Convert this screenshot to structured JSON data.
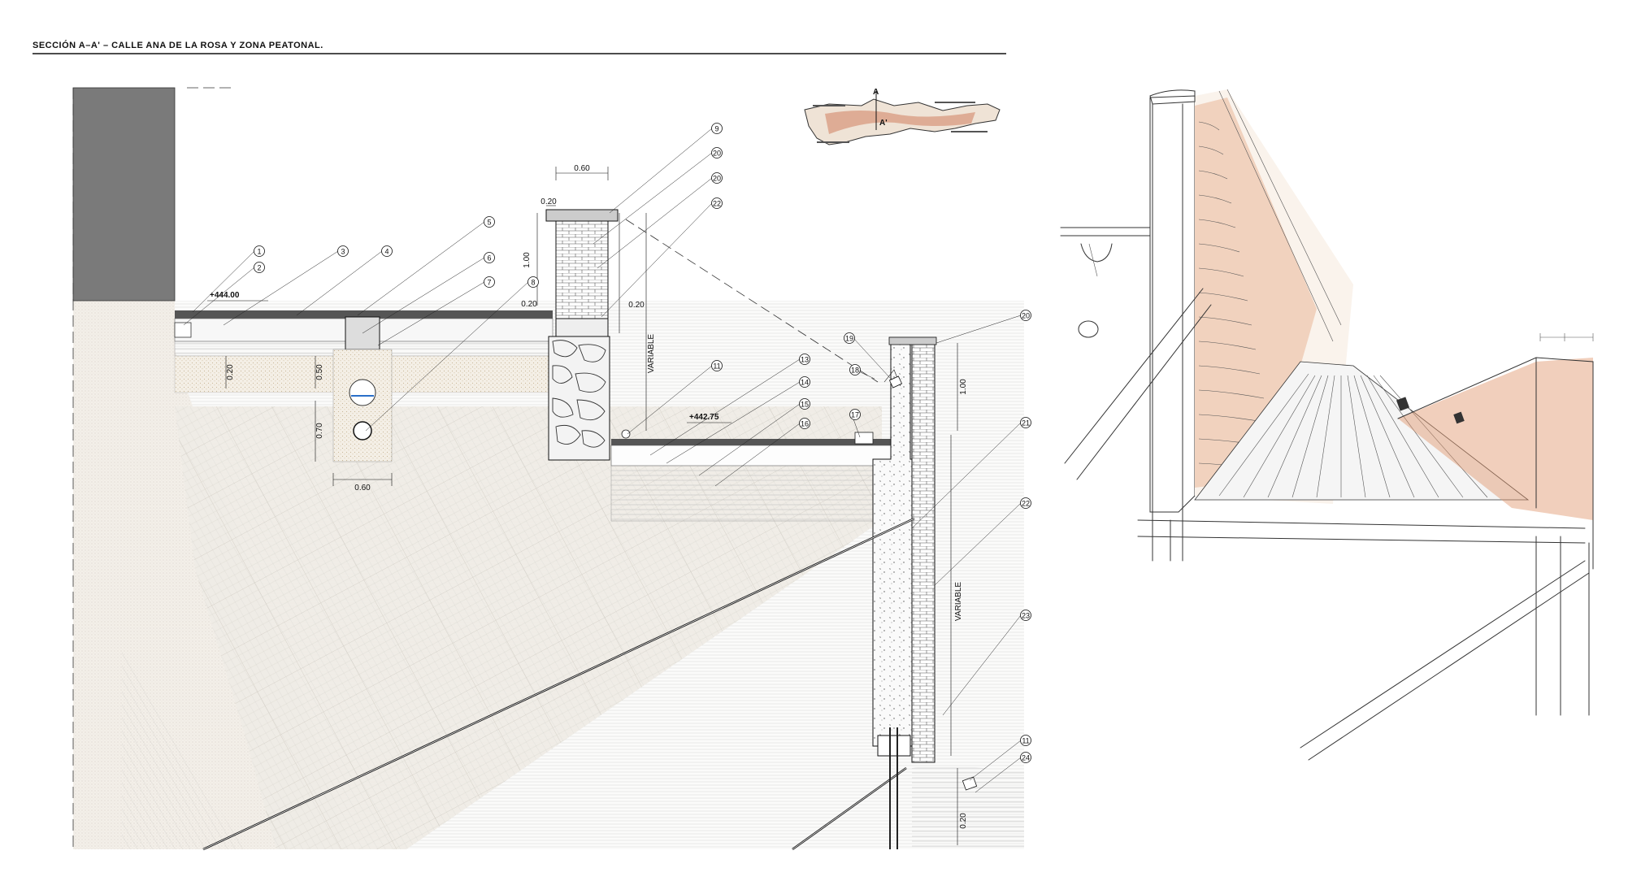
{
  "section_title": "SECCIÓN A–A' – CALLE ANA DE LA ROSA Y ZONA PEATONAL.",
  "elevations": {
    "upper": "+444.00",
    "lower": "+442.75"
  },
  "dimensions": {
    "pier_width": "0.60",
    "pier_coping": "0.20",
    "pier_height": "1.00",
    "pier_cap": "0.20",
    "pier_drop": "0.20",
    "variable_pier": "VARIABLE",
    "pavement_depth": "0.20",
    "drain_depth": "0.50",
    "pipe_depth": "0.70",
    "drain_width": "0.60",
    "parapet_height": "1.00",
    "variable_wall": "VARIABLE",
    "base_depth": "0.20"
  },
  "callouts": [
    "1",
    "2",
    "3",
    "4",
    "5",
    "6",
    "7",
    "8",
    "9",
    "20",
    "20",
    "22",
    "19",
    "11",
    "13",
    "14",
    "18",
    "15",
    "17",
    "16",
    "20",
    "21",
    "22",
    "23",
    "11",
    "24"
  ],
  "colors": {
    "building_fill": "#7a7a7a",
    "sketch_accent": "#e0956a",
    "key_map_accent": "#d08060"
  },
  "key_map": {
    "marker": "A",
    "marker_prime": "A'"
  }
}
